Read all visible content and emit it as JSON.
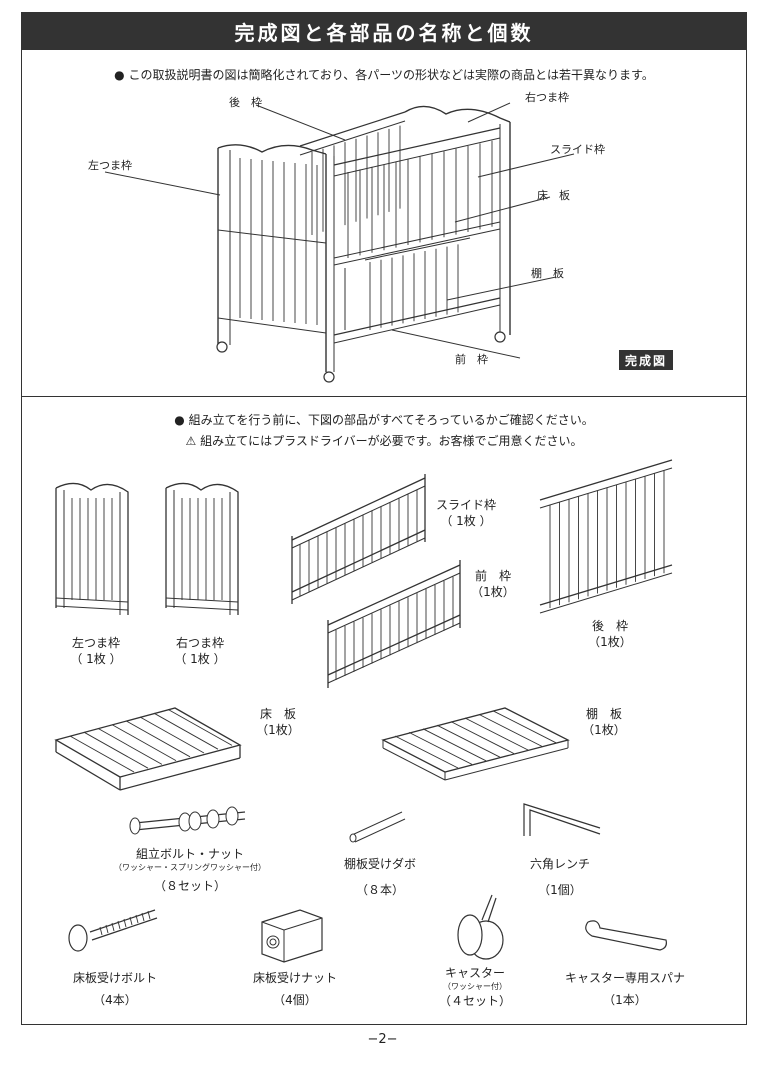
{
  "title": "完成図と各部品の名称と個数",
  "top_note": "● この取扱説明書の図は簡略化されており、各パーツの形状などは実際の商品とは若干異なります。",
  "assembled_labels": {
    "back": "後　枠",
    "right": "右つま枠",
    "left": "左つま枠",
    "slide": "スライド枠",
    "floor": "床　板",
    "shelf": "棚　板",
    "front": "前　枠"
  },
  "badge": "完成図",
  "parts_note_1": "● 組み立てを行う前に、下図の部品がすべてそろっているかご確認ください。",
  "parts_note_2": "⚠ 組み立てにはプラスドライバーが必要です。お客様でご用意ください。",
  "parts": {
    "left_end": {
      "name": "左つま枠",
      "qty": "（ 1枚 ）"
    },
    "right_end": {
      "name": "右つま枠",
      "qty": "（ 1枚 ）"
    },
    "slide": {
      "name": "スライド枠",
      "qty": "（ 1枚 ）"
    },
    "front": {
      "name": "前　枠",
      "qty": "（1枚）"
    },
    "back": {
      "name": "後　枠",
      "qty": "（1枚）"
    },
    "floor": {
      "name": "床　板",
      "qty": "（1枚）"
    },
    "shelf": {
      "name": "棚　板",
      "qty": "（1枚）"
    },
    "bolt_nut": {
      "name": "組立ボルト・ナット",
      "sub": "（ワッシャー・スプリングワッシャー付）",
      "qty": "（８セット）"
    },
    "dowel": {
      "name": "棚板受けダボ",
      "qty": "（８本）"
    },
    "hex_wrench": {
      "name": "六角レンチ",
      "qty": "（1個）"
    },
    "floor_bolt": {
      "name": "床板受けボルト",
      "qty": "（4本）"
    },
    "floor_nut": {
      "name": "床板受けナット",
      "qty": "（4個）"
    },
    "caster": {
      "name": "キャスター",
      "sub": "（ワッシャー付）",
      "qty": "（４セット）"
    },
    "spanner": {
      "name": "キャスター専用スパナ",
      "qty": "（1本）"
    }
  },
  "page_number": "−2−"
}
